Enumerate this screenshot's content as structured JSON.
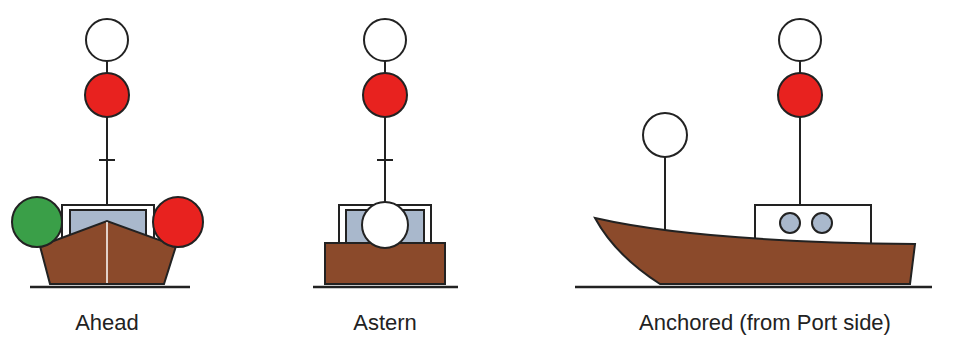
{
  "diagram": {
    "labels": [
      "Ahead",
      "Astern",
      "Anchored (from Port side)"
    ]
  }
}
